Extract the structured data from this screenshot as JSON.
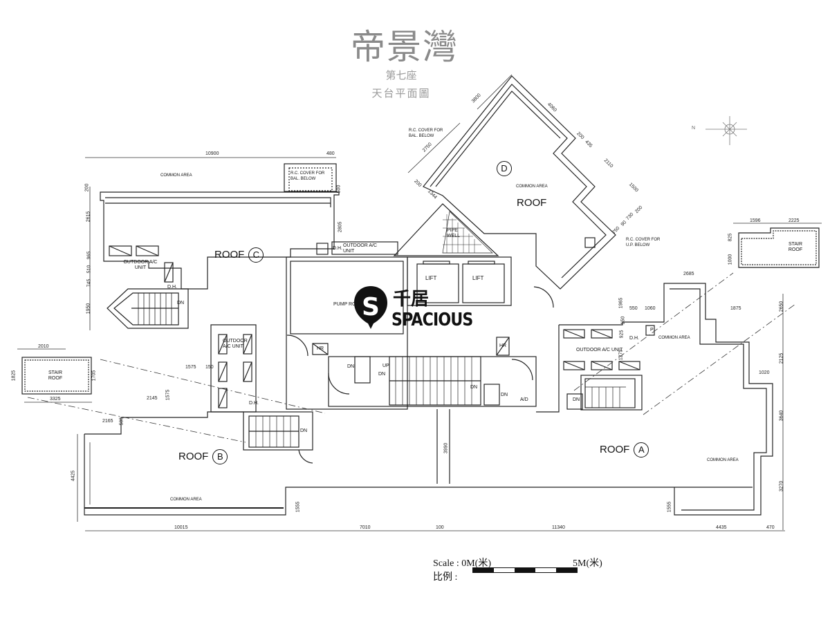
{
  "header": {
    "title": "帝景灣",
    "block": "第七座",
    "plan_name": "天台平面圖"
  },
  "compass": {
    "label": "N"
  },
  "roofs": {
    "a": {
      "label": "ROOF",
      "tag": "A"
    },
    "b": {
      "label": "ROOF",
      "tag": "B"
    },
    "c": {
      "label": "ROOF",
      "tag": "C"
    },
    "d": {
      "label": "ROOF",
      "tag": "D"
    }
  },
  "rooms": {
    "pump_room": "PUMP ROOM",
    "lift_1": "LIFT",
    "lift_2": "LIFT",
    "pipe_well": "PIPE WELL",
    "stair_roof_left": "STAIR ROOF",
    "stair_roof_right": "STAIR ROOF"
  },
  "annotations": {
    "common_area": "COMMON AREA",
    "rc_cover_bal": "R.C. COVER FOR BAL. BELOW",
    "rc_cover_up": "R.C. COVER FOR U.P. BELOW",
    "outdoor_ac": "OUTDOOR A/C UNIT",
    "dh": "D.H.",
    "hr": "HR",
    "dn": "DN",
    "up": "UP",
    "p": "P",
    "ad": "A/D"
  },
  "dimensions": {
    "top_roof_c_width": "10900",
    "top_rc_cover_width": "480",
    "left_vertical": [
      "200",
      "2615",
      "965",
      "510",
      "745",
      "1950"
    ],
    "roof_c_right": [
      "500",
      "2805"
    ],
    "roof_d": [
      "3800",
      "4060",
      "2750",
      "200",
      "1344",
      "200",
      "435",
      "2110",
      "1500",
      "730",
      "90",
      "750",
      "200"
    ],
    "stair_roof_right": [
      "1596",
      "2225",
      "825",
      "1000"
    ],
    "roof_a_top": [
      "2685",
      "550",
      "1060",
      "1875",
      "1965",
      "150",
      "925",
      "1275"
    ],
    "right_vertical": [
      "2650",
      "2125",
      "3640",
      "3270"
    ],
    "right_misc": [
      "1020"
    ],
    "stair_roof_left": [
      "2010",
      "1825",
      "1705",
      "3325"
    ],
    "roof_b_steps": [
      "1575",
      "150",
      "1575",
      "2145",
      "2165",
      "585"
    ],
    "roof_b_height": "4425",
    "bottom": [
      "10015",
      "7010",
      "100",
      "11340",
      "4435",
      "470"
    ],
    "bottom_vertical": [
      "1555",
      "1555"
    ],
    "center_vertical": "3990"
  },
  "scale": {
    "label_en": "Scale :",
    "label_cn": "比例 :",
    "start": "0M(米)",
    "end": "5M(米)"
  },
  "watermark": {
    "cn": "千居",
    "en": "SPACIOUS",
    "icon": "S"
  }
}
